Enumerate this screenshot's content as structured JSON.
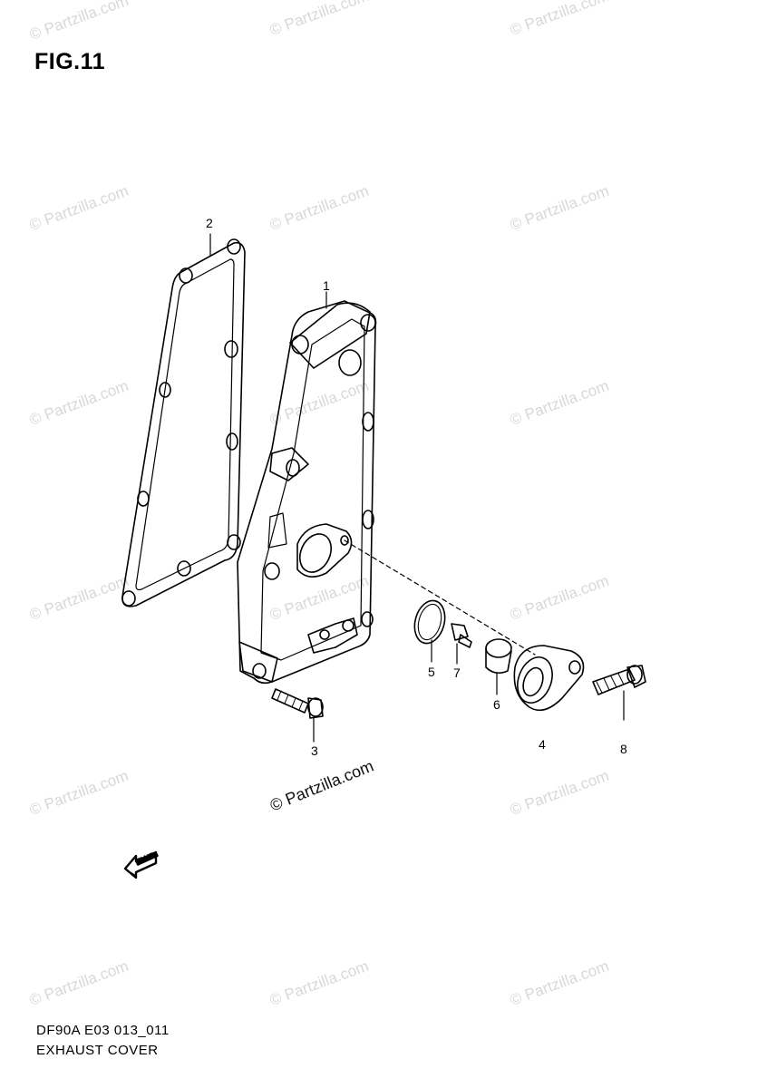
{
  "figure": {
    "title": "FIG.11"
  },
  "watermark": {
    "text": "© Partzilla.com"
  },
  "callouts": [
    "1",
    "2",
    "3",
    "4",
    "5",
    "6",
    "7",
    "8"
  ],
  "footer": {
    "code": "DF90A E03 013_011",
    "name": "EXHAUST COVER"
  },
  "forward_badge": "FWD"
}
